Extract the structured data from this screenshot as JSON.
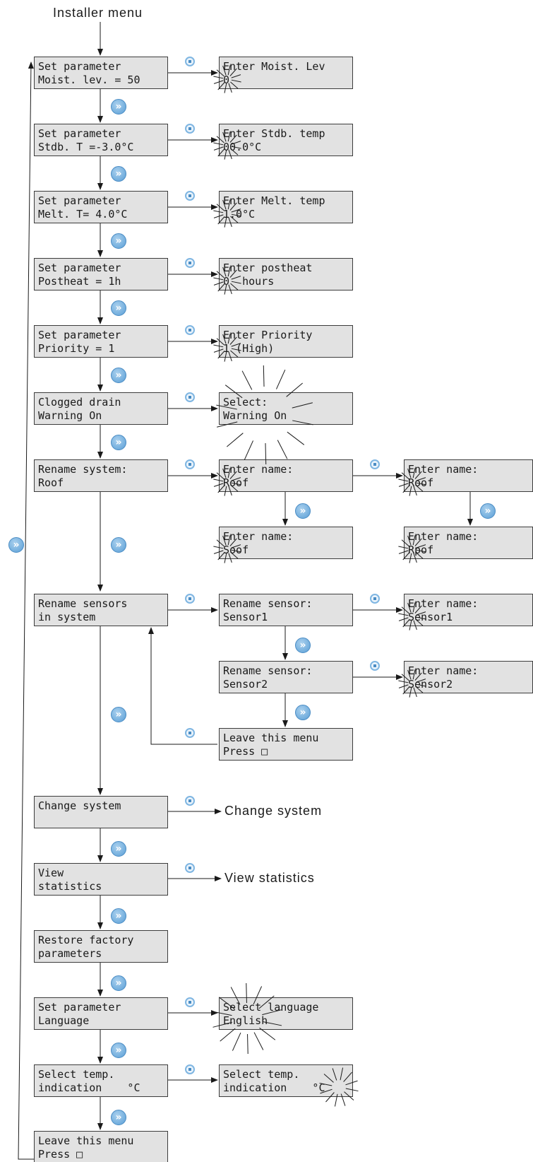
{
  "title": "Installer menu",
  "boxes": [
    {
      "id": "b1",
      "lines": [
        "Set parameter",
        "Moist. lev. = 50"
      ]
    },
    {
      "id": "b1r",
      "lines": [
        "Enter Moist. Lev",
        "0"
      ]
    },
    {
      "id": "b2",
      "lines": [
        "Set parameter",
        "Stdb. T =-3.0°C"
      ]
    },
    {
      "id": "b2r",
      "lines": [
        "Enter Stdb. temp",
        "00.0°C"
      ]
    },
    {
      "id": "b3",
      "lines": [
        "Set parameter",
        "Melt. T= 4.0°C"
      ]
    },
    {
      "id": "b3r",
      "lines": [
        "Enter Melt. temp",
        "1.0°C"
      ]
    },
    {
      "id": "b4",
      "lines": [
        "Set parameter",
        "Postheat = 1h"
      ]
    },
    {
      "id": "b4r",
      "lines": [
        "Enter postheat",
        "0  hours"
      ]
    },
    {
      "id": "b5",
      "lines": [
        "Set parameter",
        "Priority = 1"
      ]
    },
    {
      "id": "b5r",
      "lines": [
        "Enter Priority",
        "1 (High)"
      ]
    },
    {
      "id": "b6",
      "lines": [
        "Clogged drain",
        "Warning On"
      ]
    },
    {
      "id": "b6r",
      "lines": [
        "Select:",
        "Warning On"
      ]
    },
    {
      "id": "b7",
      "lines": [
        "Rename system:",
        "Roof"
      ]
    },
    {
      "id": "b7r",
      "lines": [
        "Enter name:",
        "Roof"
      ]
    },
    {
      "id": "b7rr",
      "lines": [
        "Enter name:",
        "Roof"
      ]
    },
    {
      "id": "b7d",
      "lines": [
        "Enter name:",
        "Soof"
      ]
    },
    {
      "id": "b7rd",
      "lines": [
        "Enter name:",
        "Rpof"
      ]
    },
    {
      "id": "b8",
      "lines": [
        "Rename sensors",
        "in system"
      ]
    },
    {
      "id": "b8r",
      "lines": [
        "Rename sensor:",
        "Sensor1"
      ]
    },
    {
      "id": "b8rr",
      "lines": [
        "Enter name:",
        "Sensor1"
      ]
    },
    {
      "id": "b8r2",
      "lines": [
        "Rename sensor:",
        "Sensor2"
      ]
    },
    {
      "id": "b8r2r",
      "lines": [
        "Enter name:",
        "Sensor2"
      ]
    },
    {
      "id": "b8leave",
      "lines": [
        "Leave this menu",
        "Press □"
      ]
    },
    {
      "id": "b9",
      "lines": [
        "Change system",
        ""
      ]
    },
    {
      "id": "b10",
      "lines": [
        "View",
        "statistics"
      ]
    },
    {
      "id": "b11",
      "lines": [
        "Restore factory",
        "parameters"
      ]
    },
    {
      "id": "b12",
      "lines": [
        "Set parameter",
        "Language"
      ]
    },
    {
      "id": "b12r",
      "lines": [
        "Select language",
        "English"
      ]
    },
    {
      "id": "b13",
      "lines": [
        "Select temp.",
        "indication    °C"
      ]
    },
    {
      "id": "b13r",
      "lines": [
        "Select temp.",
        "indication    °C"
      ]
    },
    {
      "id": "b14",
      "lines": [
        "Leave this menu",
        "Press □"
      ]
    }
  ],
  "labels": {
    "change_system": "Change system",
    "view_statistics": "View statistics"
  },
  "icons": {
    "next": "next-button-icon",
    "select": "select-button-icon",
    "next_glyph": "»",
    "blink": "blinking-cursor-icon"
  },
  "colors": {
    "lcd_background": "#e2e2e2",
    "lcd_border": "#3c3c3c",
    "button_blue": "#5b9fd6"
  }
}
